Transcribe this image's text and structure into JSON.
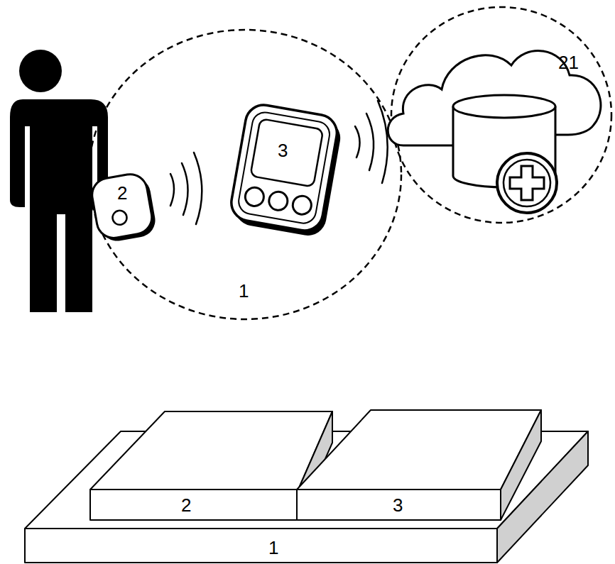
{
  "diagram": {
    "nodes": [
      {
        "text": [
          "1"
        ]
      },
      {
        "text": [
          "2"
        ],
        "in": 0
      },
      {
        "text": [
          "3"
        ],
        "in": 0
      },
      {
        "text": [
          "21"
        ]
      },
      {
        "text": [
          "1"
        ]
      },
      {
        "text": [
          "2"
        ],
        "in": 4
      },
      {
        "text": [
          "3"
        ],
        "in": 4
      }
    ]
  }
}
